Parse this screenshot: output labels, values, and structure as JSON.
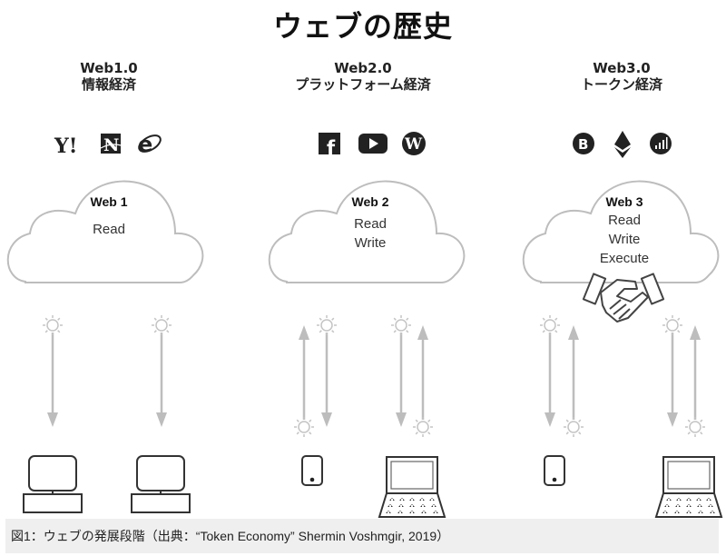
{
  "title": "ウェブの歴史",
  "columns": [
    {
      "version": "Web1.0",
      "subtitle": "情報経済",
      "logos": [
        "yahoo-logo",
        "netscape-logo",
        "internet-explorer-logo"
      ],
      "cloud": {
        "title": "Web 1",
        "lines": [
          "Read"
        ]
      },
      "devices": [
        "desktop-computer",
        "desktop-computer"
      ]
    },
    {
      "version": "Web2.0",
      "subtitle": "プラットフォーム経済",
      "logos": [
        "facebook-logo",
        "youtube-logo",
        "wordpress-logo"
      ],
      "cloud": {
        "title": "Web 2",
        "lines": [
          "Read",
          "Write"
        ]
      },
      "devices": [
        "smartphone",
        "laptop"
      ]
    },
    {
      "version": "Web3.0",
      "subtitle": "トークン経済",
      "logos": [
        "bitcoin-logo",
        "ethereum-logo",
        "chart-token-logo"
      ],
      "cloud": {
        "title": "Web 3",
        "lines": [
          "Read",
          "Write",
          "Execute"
        ]
      },
      "devices": [
        "smartphone",
        "laptop"
      ],
      "extra_icon": "handshake-icon"
    }
  ],
  "caption": "図1：ウェブの発展段階（出典：“Token Economy” Shermin Voshmgir, 2019）",
  "colors": {
    "line_gray": "#bdbdbd",
    "icon_dark": "#222222",
    "caption_bg": "#efefef"
  }
}
